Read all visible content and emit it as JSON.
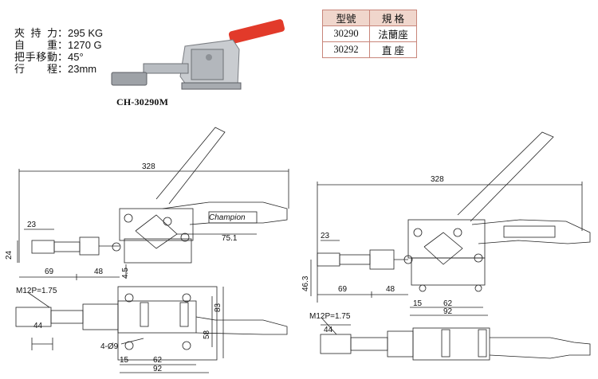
{
  "specs": [
    {
      "label": "夾持力",
      "value": "295 KG"
    },
    {
      "label": "自 重",
      "value": "1270 G"
    },
    {
      "label": "把手移動",
      "value": "45°"
    },
    {
      "label": "行 程",
      "value": "23mm"
    }
  ],
  "product_caption": "CH-30290M",
  "model_table": {
    "headers": [
      "型號",
      "規 格"
    ],
    "rows": [
      [
        "30290",
        "法蘭座"
      ],
      [
        "30292",
        "直 座"
      ]
    ]
  },
  "left_drawing": {
    "overall": "328",
    "stroke": "23",
    "height": "24",
    "len_69": "69",
    "len_48": "48",
    "dim_4_5": "4.5",
    "len_75_1": "75.1",
    "thread": "M12P=1.75",
    "len_44": "44",
    "holes": "4-Ø9",
    "dim_15": "15",
    "dim_62": "62",
    "dim_92": "92",
    "dim_58": "58",
    "dim_83": "83",
    "brand": "Champion"
  },
  "right_drawing": {
    "overall": "328",
    "stroke": "23",
    "height": "46.3",
    "len_69": "69",
    "len_48": "48",
    "dim_15": "15",
    "dim_62": "62",
    "dim_92": "92",
    "thread": "M12P=1.75",
    "len_44": "44"
  }
}
